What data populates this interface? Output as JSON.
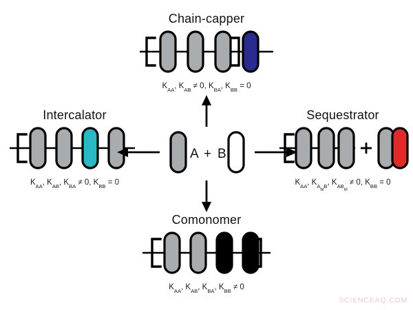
{
  "figure": {
    "watermark": "SCIENCEAQ.COM",
    "background": "#ffffff"
  },
  "center": {
    "name": "reactants",
    "monomer_a_label": "A",
    "plus_label": "+",
    "monomer_b_label": "B",
    "monomer_a_color": "#a9acae",
    "monomer_b_color": "#ffffff"
  },
  "colors": {
    "gray": "#a9acae",
    "black": "#000000",
    "white": "#ffffff",
    "navy": "#2b2b8f",
    "teal": "#2ab8c4",
    "red": "#e02b2b",
    "outline": "#000000",
    "watermark": "#f3c9cf"
  },
  "groups": {
    "chain_capper": {
      "title": "Chain-capper",
      "formula_parts": [
        {
          "k": "K",
          "sub": "AA",
          "tail": ", "
        },
        {
          "k": "K",
          "sub": "AB",
          "tail": " ≠ 0, "
        },
        {
          "k": "K",
          "sub": "BA",
          "tail": ", "
        },
        {
          "k": "K",
          "sub": "BB",
          "tail": " = 0"
        }
      ],
      "capsules": [
        "#a9acae",
        "#a9acae",
        "#a9acae",
        "#2b2b8f"
      ],
      "bracket_span": 3,
      "arrow_direction": "up"
    },
    "intercalator": {
      "title": "Intercalator",
      "formula_parts": [
        {
          "k": "K",
          "sub": "AA",
          "tail": ", "
        },
        {
          "k": "K",
          "sub": "AB",
          "tail": ", "
        },
        {
          "k": "K",
          "sub": "BA",
          "tail": " ≠ 0, "
        },
        {
          "k": "K",
          "sub": "BB",
          "tail": " = 0"
        }
      ],
      "capsules": [
        "#a9acae",
        "#a9acae",
        "#2ab8c4",
        "#a9acae"
      ],
      "bracket_span": 4,
      "arrow_direction": "left"
    },
    "sequestrator": {
      "title": "Sequestrator",
      "formula_parts": [
        {
          "k": "K",
          "sub": "AA",
          "tail": ", "
        },
        {
          "k": "K",
          "sub": "A",
          "sub2": "M",
          "sub_tail": "B",
          "tail": ", "
        },
        {
          "k": "K",
          "sub": "AB",
          "sub2": "M",
          "tail": " ≠ 0, "
        },
        {
          "k": "K",
          "sub": "BB",
          "tail": " = 0"
        }
      ],
      "capsules": [
        "#a9acae",
        "#a9acae",
        "#a9acae"
      ],
      "bracket_span": 3,
      "plus_label": "+",
      "adduct_capsules": [
        "#a9acae",
        "#e02b2b"
      ],
      "arrow_direction": "right"
    },
    "comonomer": {
      "title": "Comonomer",
      "formula_parts": [
        {
          "k": "K",
          "sub": "AA",
          "tail": ", "
        },
        {
          "k": "K",
          "sub": "AB",
          "tail": ", "
        },
        {
          "k": "K",
          "sub": "BA",
          "tail": ", "
        },
        {
          "k": "K",
          "sub": "BB",
          "tail": " ≠ 0"
        }
      ],
      "capsules": [
        "#a9acae",
        "#a9acae",
        "#000000",
        "#000000"
      ],
      "bracket_span": 4,
      "arrow_direction": "down"
    }
  }
}
